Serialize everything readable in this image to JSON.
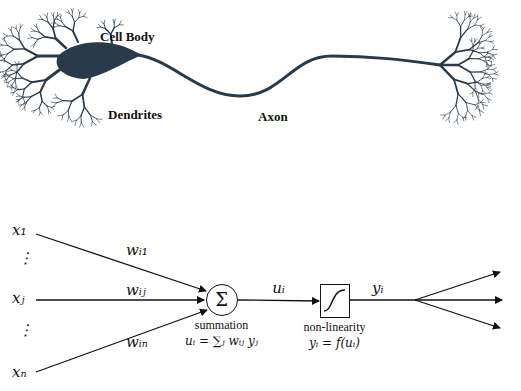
{
  "diagram": {
    "nodes": [
      {
        "text": [
          "Σ",
          "summation",
          "uᵢ = ∑ⱼ wᵢⱼ yⱼ"
        ]
      },
      {
        "text": [
          "non-linearity",
          "yᵢ = f(uᵢ)"
        ]
      }
    ],
    "edges": [
      {
        "from": 0,
        "to": 1,
        "arrow": "to",
        "label": "uᵢ"
      }
    ],
    "labels": [
      "Cell Body",
      "Dendrites",
      "Axon",
      "x₁",
      "⋮",
      "xⱼ",
      "⋮",
      "xₙ",
      "wᵢ₁",
      "wᵢⱼ",
      "wᵢₙ",
      "yᵢ"
    ]
  }
}
